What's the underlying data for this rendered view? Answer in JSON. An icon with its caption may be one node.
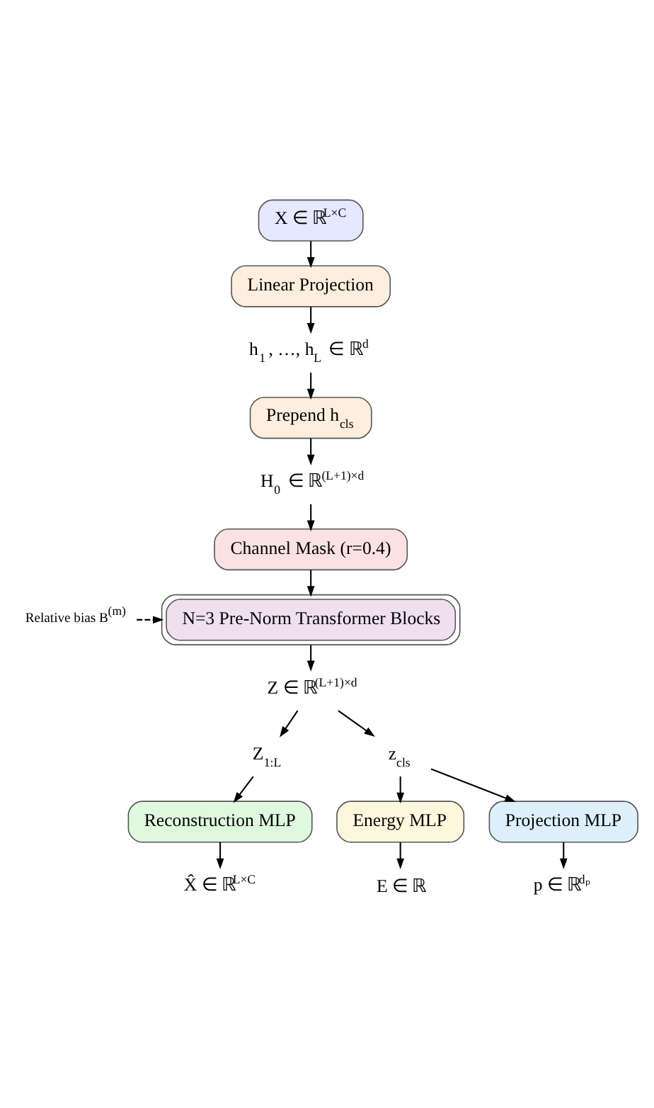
{
  "diagram": {
    "nodes": [
      {
        "text": [
          "X ∈ ℝ$^{L×C}$"
        ]
      },
      {
        "text": [
          "Linear Projection"
        ]
      },
      {
        "text": [
          "h$_{1}$, …, h$_{L}$ ∈ ℝ$^{d}$"
        ]
      },
      {
        "text": [
          "Prepend h$_{cls}$"
        ]
      },
      {
        "text": [
          "H$_{0}$ ∈ ℝ$^{(L+1)×d}$"
        ]
      },
      {
        "text": [
          "Channel Mask (r=0.4)"
        ]
      },
      {
        "text": [
          "N=3 Pre-Norm Transformer Blocks"
        ]
      },
      {
        "text": [
          "Relative bias B$^{(m)}$"
        ]
      },
      {
        "text": [
          "Z ∈ ℝ$^{(L+1)×d}$"
        ]
      },
      {
        "text": [
          "Z$_{1:L}$"
        ]
      },
      {
        "text": [
          "z$_{cls}$"
        ]
      },
      {
        "text": [
          "Reconstruction MLP"
        ]
      },
      {
        "text": [
          "Energy MLP"
        ]
      },
      {
        "text": [
          "Projection MLP"
        ]
      },
      {
        "text": [
          "X̂ ∈ ℝ$^{L×C}$"
        ]
      },
      {
        "text": [
          "E ∈ ℝ"
        ]
      },
      {
        "text": [
          "p ∈ ℝ$^{dₚ}$"
        ]
      }
    ],
    "edges": [
      {
        "from": 0,
        "to": 1,
        "arrow": "to"
      },
      {
        "from": 1,
        "to": 2,
        "arrow": "to"
      },
      {
        "from": 2,
        "to": 3,
        "arrow": "to"
      },
      {
        "from": 3,
        "to": 4,
        "arrow": "to"
      },
      {
        "from": 4,
        "to": 5,
        "arrow": "to"
      },
      {
        "from": 5,
        "to": 6,
        "arrow": "to"
      },
      {
        "from": 7,
        "to": 6,
        "arrow": "to",
        "style": "dashed"
      },
      {
        "from": 6,
        "to": 8,
        "arrow": "to"
      },
      {
        "from": 8,
        "to": 9,
        "arrow": "to"
      },
      {
        "from": 8,
        "to": 10,
        "arrow": "to"
      },
      {
        "from": 9,
        "to": 11,
        "arrow": "to"
      },
      {
        "from": 10,
        "to": 12,
        "arrow": "to"
      },
      {
        "from": 10,
        "to": 13,
        "arrow": "to"
      },
      {
        "from": 11,
        "to": 14,
        "arrow": "to"
      },
      {
        "from": 12,
        "to": 15,
        "arrow": "to"
      },
      {
        "from": 13,
        "to": 16,
        "arrow": "to"
      }
    ]
  }
}
